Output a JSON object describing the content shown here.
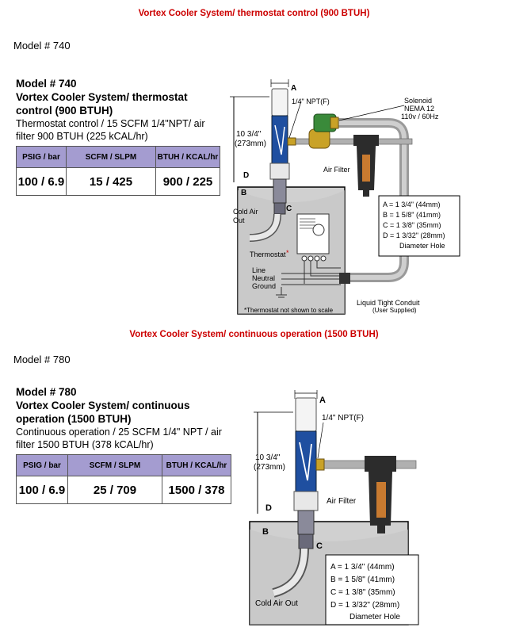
{
  "section1": {
    "title": "Vortex Cooler System/ thermostat control (900 BTUH)",
    "model_label": "Model # 740",
    "spec_model": "Model # 740",
    "spec_heading": "Vortex Cooler System/ thermostat control (900 BTUH)",
    "spec_desc": "Thermostat control / 15 SCFM 1/4\"NPT/ air filter 900 BTUH (225 kCAL/hr)",
    "table": {
      "headers": [
        "PSIG / bar",
        "SCFM / SLPM",
        "BTUH / KCAL/hr"
      ],
      "row": [
        "100 / 6.9",
        "15  /  425",
        "900 / 225"
      ]
    },
    "diagram": {
      "a": "A",
      "b": "B",
      "c": "C",
      "d": "D",
      "npt": "1/4\" NPT(F)",
      "solenoid": "Solenoid",
      "nema": "NEMA 12",
      "volt": "110v / 60Hz",
      "height1": "10 3/4\"",
      "height2": "(273mm)",
      "air_filter": "Air Filter",
      "cold_air_1": "Cold Air",
      "cold_air_2": "Out",
      "thermostat": "Thermostat",
      "thermostat_star": "*",
      "line": "Line",
      "neutral": "Neutral",
      "ground": "Ground",
      "conduit": "Liquid Tight Conduit",
      "user_supplied": "(User Supplied)",
      "footnote": "*Thermostat not shown to scale",
      "dims": [
        "A = 1 3/4\" (44mm)",
        "B = 1 5/8\" (41mm)",
        "C = 1 3/8\" (35mm)",
        "D = 1 3/32\" (28mm)"
      ],
      "dims_tail": "Diameter Hole"
    }
  },
  "section2": {
    "title": "Vortex Cooler System/ continuous operation (1500 BTUH)",
    "model_label": "Model # 780",
    "spec_model": "Model # 780",
    "spec_heading": "Vortex Cooler System/ continuous operation (1500 BTUH)",
    "spec_desc": "Continuous operation / 25 SCFM 1/4\" NPT / air filter 1500 BTUH (378 kCAL/hr)",
    "table": {
      "headers": [
        "PSIG / bar",
        "SCFM / SLPM",
        "BTUH / KCAL/hr"
      ],
      "row": [
        "100 / 6.9",
        "25  /  709",
        "1500 / 378"
      ]
    },
    "diagram": {
      "a": "A",
      "b": "B",
      "c": "C",
      "d": "D",
      "npt": "1/4\" NPT(F)",
      "height1": "10 3/4\"",
      "height2": "(273mm)",
      "air_filter": "Air Filter",
      "cold_air": "Cold Air Out",
      "dims": [
        "A = 1 3/4\" (44mm)",
        "B = 1 5/8\" (41mm)",
        "C = 1 3/8\" (35mm)",
        "D = 1 3/32\" (28mm)"
      ],
      "dims_tail": "Diameter Hole"
    }
  },
  "colors": {
    "title_red": "#cc0000",
    "table_header": "#a49cd0",
    "enclosure_gray": "#d0d0d0",
    "pipe_gray": "#b0b0b0",
    "cooler_blue": "#1f4fa0",
    "valve_green": "#3a8a3a",
    "fitting_gold": "#c9a227"
  },
  "icons": [
    "vortex-cooler-icon",
    "solenoid-valve-icon",
    "air-filter-icon",
    "thermostat-icon",
    "ground-symbol-icon"
  ]
}
